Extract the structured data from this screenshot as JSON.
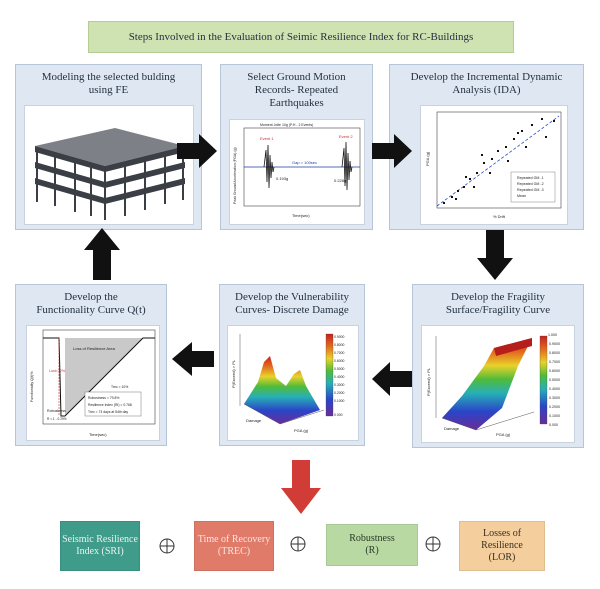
{
  "header": {
    "title": "Steps Involved in the Evaluation of Seimic Resilience Index for RC-Buildings"
  },
  "steps": [
    {
      "title": "Modeling the selected bulding using FE"
    },
    {
      "title": "Select Ground Motion Records- Repeated Earthquakes"
    },
    {
      "title": "Develop the Incremental Dynamic Analysis (IDA)"
    },
    {
      "title": "Develop the Fragility Surface/Fragility Curve"
    },
    {
      "title": "Develop the Vulnerability Curves- Discrete Damage"
    },
    {
      "title": "Develop the Functionality Curve Q(t)"
    }
  ],
  "ground_motion": {
    "legend": "Moment Jolte 10g (P.H - 2 Events)",
    "event1": "Event 1",
    "event2": "Event 2",
    "gap": "Gap = 100sec",
    "pga1": "0.193g",
    "pga2": "0.228g",
    "ylabel": "Peak Ground Acceleration (PGA) (g)",
    "xlabel": "Time(sec)"
  },
  "ida": {
    "ylabel": "PGA (g)",
    "xlabel": "% Drift",
    "legend": [
      "Repeated GM -1",
      "Repeated GM -2",
      "Repeated GM -3",
      "Mean"
    ]
  },
  "fragility": {
    "zlabel": "P(Exceed) > PL",
    "xlabel": "PGA (g)",
    "ylabel": "Damage",
    "colorbar": [
      "0.9000",
      "0.8000",
      "0.7000",
      "0.6000",
      "0.5000",
      "0.4000",
      "0.3000",
      "0.2000",
      "0.1000",
      "0.000"
    ],
    "top_label": "1.000"
  },
  "vulnerability": {
    "zlabel": "P(Exceed) > PL",
    "xlabel": "PGA (g)",
    "ylabel": "Damage",
    "colorbar": [
      "0.9000",
      "0.8000",
      "0.7000",
      "0.6000",
      "0.5000",
      "0.4000",
      "0.3000",
      "0.2000",
      "0.1000",
      "0.000"
    ]
  },
  "functionality": {
    "ylabel": "Functionality Q(t)%",
    "xlabel": "Time(sec)",
    "annot_loss": "Loss of Resilience Area",
    "annot_lost": "Lost=72%",
    "annot_robust": "Robustness",
    "annot_r": "R = 1 - 0.29%",
    "annot_trec": "Trec = 10%",
    "box_lines": [
      "Robustness = 79.8%",
      "Resilience Index (RI) = 0.768",
      "Trec = 73 days at 54th day"
    ],
    "yticks": [
      "100",
      "90",
      "80",
      "70",
      "60",
      "50",
      "40",
      "30",
      "20",
      "10",
      "0"
    ],
    "xticks": [
      "0",
      "10",
      "20",
      "30",
      "40",
      "50",
      "60",
      "70",
      "80",
      "90",
      "100",
      "110",
      "120",
      "130"
    ]
  },
  "metrics": [
    {
      "label": "Seismic Resilience Index (SRI)",
      "color": "#3f9b8a"
    },
    {
      "label": "Time of Recovery (TREC)",
      "color": "#e07b6a"
    },
    {
      "label": "Robustness (R)",
      "color": "#b9d9a3"
    },
    {
      "label": "Losses of Resilience (LOR)",
      "color": "#f4ce9c"
    }
  ],
  "colors": {
    "arrow": "#111111",
    "down_arrow": "#d23c36",
    "card_bg": "#dfe8f2"
  }
}
